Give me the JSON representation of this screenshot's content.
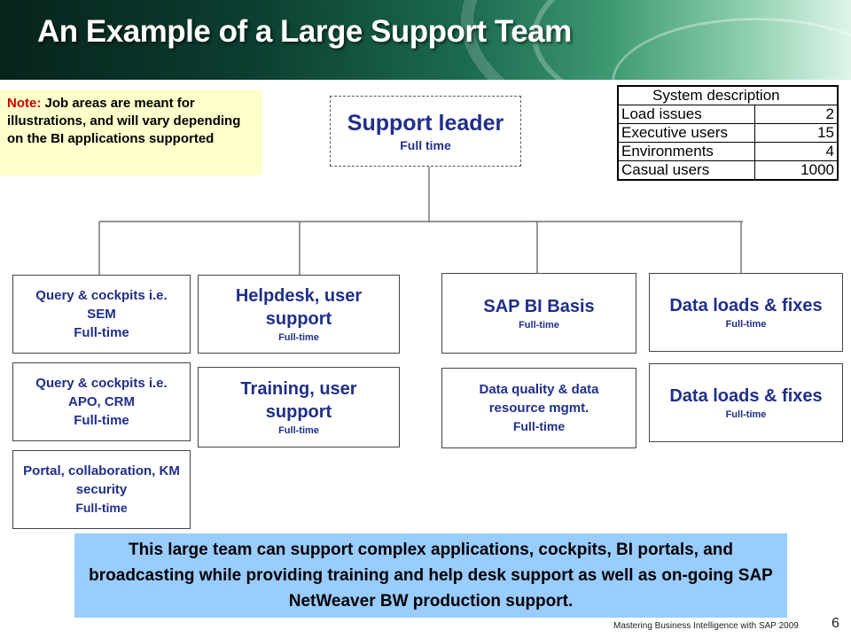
{
  "header": {
    "title": "An Example of a Large Support Team"
  },
  "note": {
    "label": "Note:",
    "text": " Job areas are meant for illustrations, and will vary depending on the BI applications supported"
  },
  "system_table": {
    "header": "System description",
    "rows": [
      {
        "label": "Load issues",
        "value": "2"
      },
      {
        "label": "Executive users",
        "value": "15"
      },
      {
        "label": "Environments",
        "value": "4"
      },
      {
        "label": "Casual users",
        "value": "1000"
      }
    ]
  },
  "leader": {
    "title": "Support leader",
    "subtitle": "Full time"
  },
  "columns": [
    {
      "boxes": [
        {
          "title": "Query & cockpits i.e. SEM",
          "subtitle": "Full-time"
        },
        {
          "title": "Query & cockpits i.e. APO, CRM",
          "subtitle": "Full-time"
        },
        {
          "title": "Portal, collaboration, KM security",
          "subtitle": "Full-time"
        }
      ]
    },
    {
      "boxes": [
        {
          "title": "Helpdesk, user support",
          "subtitle": "Full-time"
        },
        {
          "title": "Training, user support",
          "subtitle": "Full-time"
        }
      ]
    },
    {
      "boxes": [
        {
          "title": "SAP BI Basis",
          "subtitle": "Full-time"
        },
        {
          "title": "Data quality & data resource mgmt.",
          "subtitle": "Full-time"
        }
      ]
    },
    {
      "boxes": [
        {
          "title": "Data loads & fixes",
          "subtitle": "Full-time"
        },
        {
          "title": "Data loads & fixes",
          "subtitle": "Full-time"
        }
      ]
    }
  ],
  "summary": "This large team can support complex applications, cockpits, BI portals, and broadcasting while providing training and help desk support as well as on-going SAP NetWeaver BW production support.",
  "footer": {
    "text": "Mastering Business Intelligence with SAP 2009",
    "page": "6"
  }
}
